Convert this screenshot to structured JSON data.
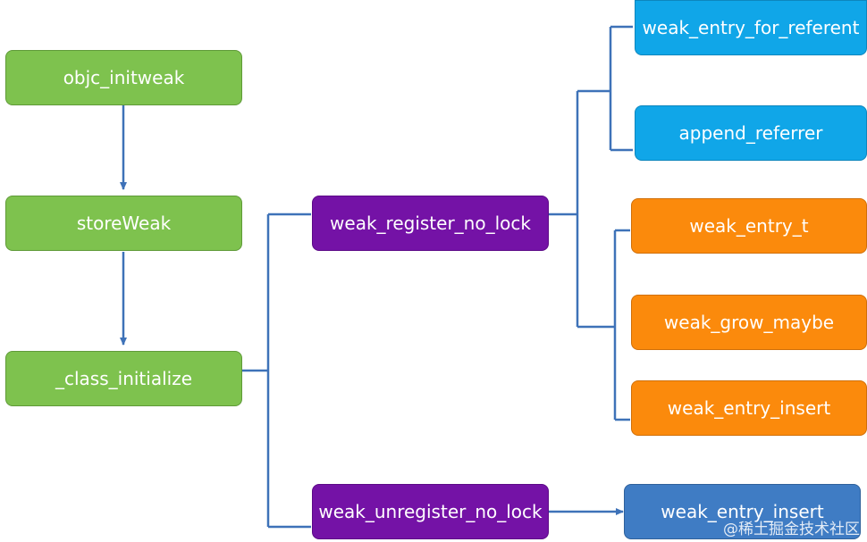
{
  "colors": {
    "green": "#7ec24e",
    "purple": "#7412a6",
    "cyan": "#10a6e8",
    "orange": "#fb8a0c",
    "blue": "#3f7cc4",
    "connector": "#3e72b8"
  },
  "nodes": {
    "objc_initweak": "objc_initweak",
    "storeWeak": "storeWeak",
    "class_initialize": "_class_initialize",
    "weak_register_no_lock": "weak_register_no_lock",
    "weak_unregister_no_lock": "weak_unregister_no_lock",
    "weak_entry_for_referent": "weak_entry_for_referent",
    "append_referrer": "append_referrer",
    "weak_entry_t": "weak_entry_t",
    "weak_grow_maybe": "weak_grow_maybe",
    "weak_entry_insert_orange": "weak_entry_insert",
    "weak_entry_insert_blue": "weak_entry_insert"
  },
  "watermark": "@稀土掘金技术社区"
}
